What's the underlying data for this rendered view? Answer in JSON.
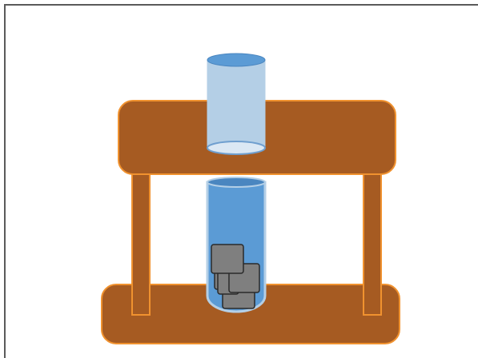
{
  "colors": {
    "background": "#ffffff",
    "frame_border": "#5a5a5a",
    "wood_fill": "#a65b22",
    "wood_stroke": "#f0922f",
    "water_fill": "#5b9bd5",
    "water_dark": "#4a86c0",
    "glass_fill": "#b4cfe6",
    "glass_rim": "#dbe8f4",
    "glass_stroke": "#6f9fcf",
    "block_fill": "#7f7f7f",
    "block_stroke": "#2a2a2a"
  },
  "diagram": {
    "elements": [
      "press-frame",
      "top-crossbar",
      "base-plate",
      "left-post",
      "right-post",
      "piston-cylinder",
      "test-tube",
      "stacked-blocks"
    ],
    "block_count": 5
  }
}
